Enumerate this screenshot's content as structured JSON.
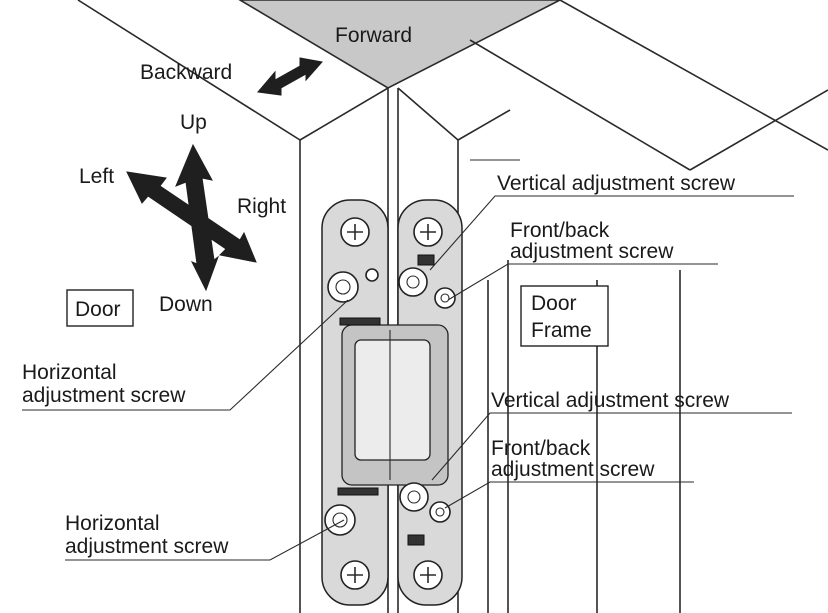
{
  "labels": {
    "forward": "Forward",
    "backward": "Backward",
    "up": "Up",
    "down": "Down",
    "left": "Left",
    "right": "Right",
    "door": "Door",
    "door_frame_line1": "Door",
    "door_frame_line2": "Frame",
    "vertical_top": "Vertical adjustment screw",
    "frontback_top_line1": "Front/back",
    "frontback_top_line2": "adjustment screw",
    "horizontal_top_line1": "Horizontal",
    "horizontal_top_line2": "adjustment screw",
    "vertical_bottom": "Vertical adjustment screw",
    "frontback_bottom_line1": "Front/back",
    "frontback_bottom_line2": "adjustment screw",
    "horizontal_bottom_line1": "Horizontal",
    "horizontal_bottom_line2": "adjustment screw"
  },
  "colors": {
    "roof_fill": "#c8c8c8",
    "metal": "#d9d9d9",
    "ink": "#1a1a1a"
  }
}
